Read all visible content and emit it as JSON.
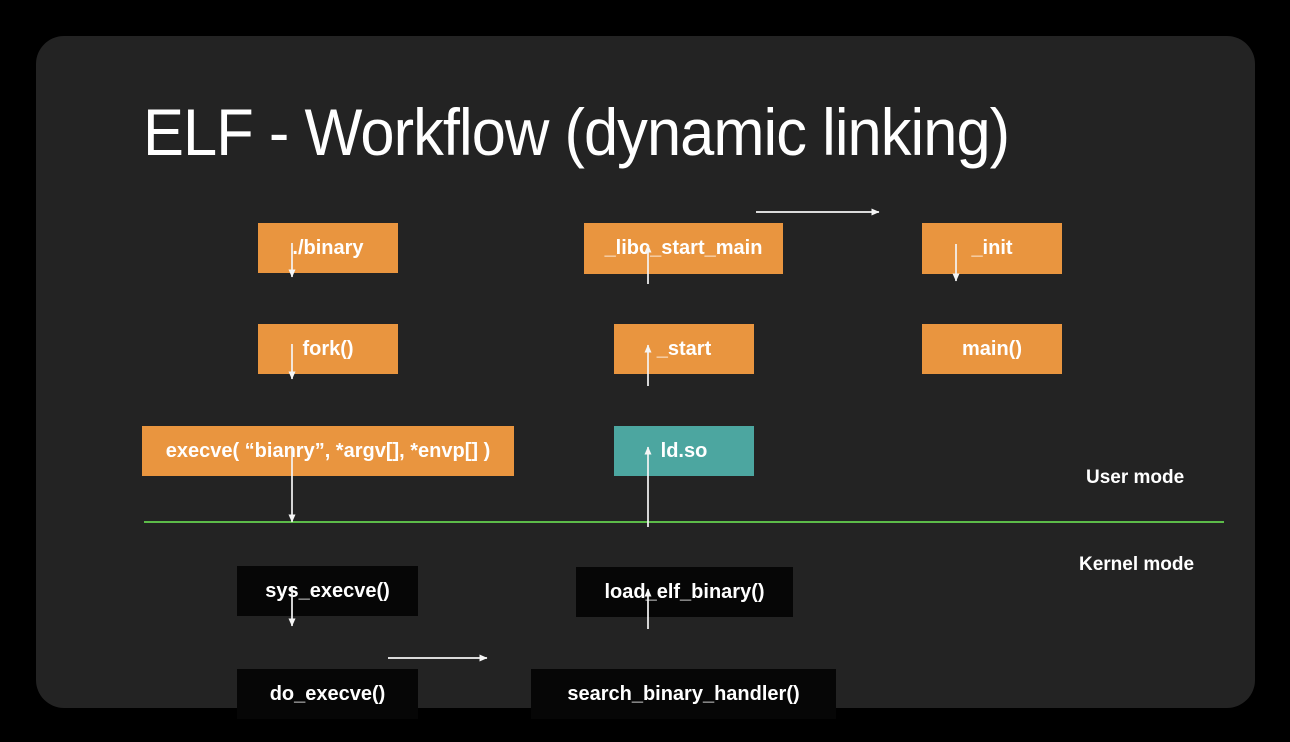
{
  "title": "ELF - Workflow (dynamic linking)",
  "modes": {
    "user": "User mode",
    "kernel": "Kernel mode"
  },
  "nodes": {
    "binary": "./binary",
    "fork": "fork()",
    "execve": "execve( “bianry”, *argv[], *envp[] )",
    "libc_start_main": "_libc_start_main",
    "init": "_init",
    "start": "_start",
    "main": "main()",
    "ldso": "ld.so",
    "sys_execve": "sys_execve()",
    "do_execve": "do_execve()",
    "load_elf_binary": "load_elf_binary()",
    "search_binary_handler": "search_binary_handler()"
  },
  "colors": {
    "background": "#000000",
    "card": "#232323",
    "accent_orange": "#E9953F",
    "accent_teal": "#4CA6A0",
    "kernel_box": "#060606",
    "divider_green": "#5CBB49",
    "text": "#FFFFFF"
  }
}
